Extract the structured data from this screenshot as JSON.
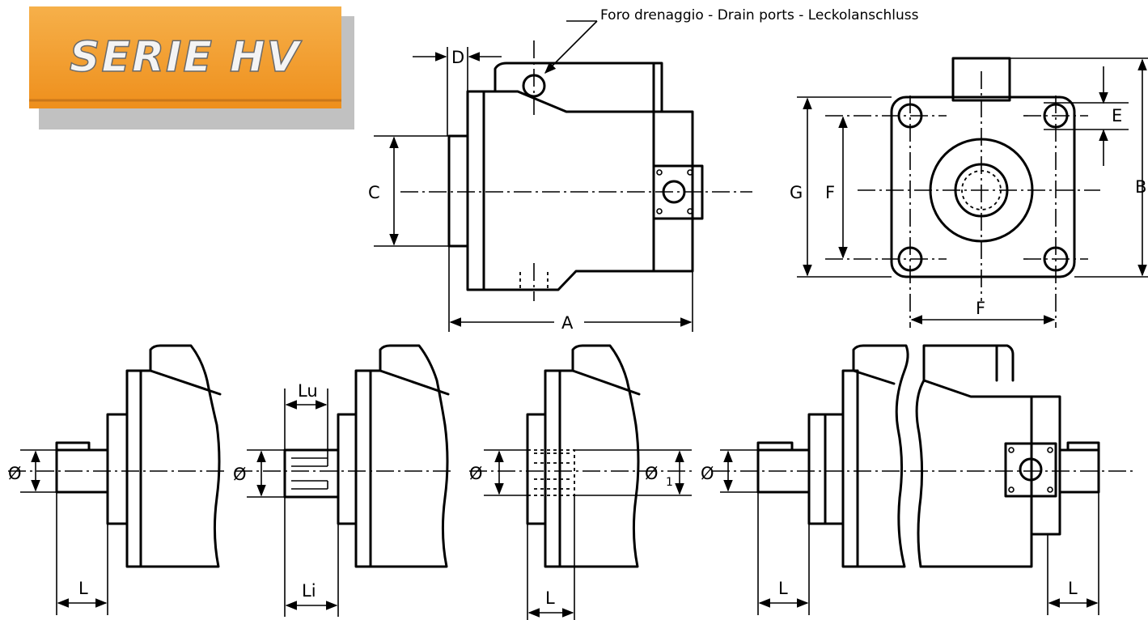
{
  "banner": {
    "title": "SERIE HV",
    "colors": {
      "orange": "#f3a02e",
      "shadow": "#9a9a9a"
    }
  },
  "drain_note": "Foro drenaggio - Drain ports - Leckolanschluss",
  "labels": {
    "A": "A",
    "B": "B",
    "C": "C",
    "D": "D",
    "E": "E",
    "F": "F",
    "G": "G",
    "L": "L",
    "Lu": "Lu",
    "Li": "Li",
    "diameter": "Ø",
    "diameter1": "Ø",
    "sub1": "1"
  }
}
